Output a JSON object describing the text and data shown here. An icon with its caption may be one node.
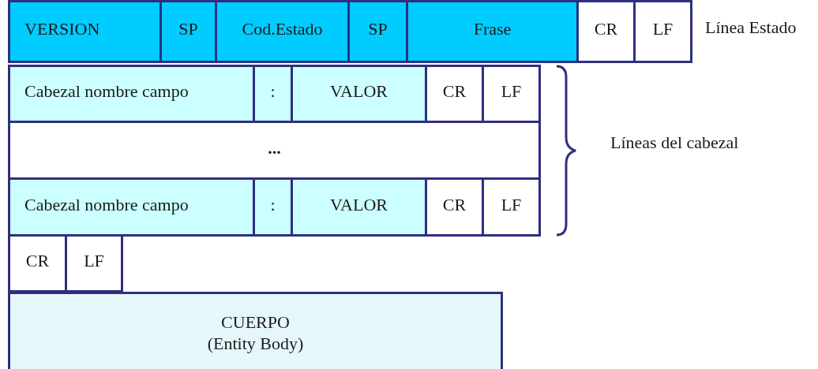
{
  "diagram": {
    "nodes": [
      {
        "text": [
          "VERSION"
        ]
      },
      {
        "text": [
          "SP"
        ]
      },
      {
        "text": [
          "Cod.Estado"
        ]
      },
      {
        "text": [
          "SP"
        ]
      },
      {
        "text": [
          "Frase"
        ]
      },
      {
        "text": [
          "CR"
        ]
      },
      {
        "text": [
          "LF"
        ]
      },
      {
        "text": [
          "Cabezal nombre campo"
        ]
      },
      {
        "text": [
          ":"
        ]
      },
      {
        "text": [
          "VALOR"
        ]
      },
      {
        "text": [
          "CR"
        ]
      },
      {
        "text": [
          "LF"
        ]
      },
      {
        "text": [
          "..."
        ]
      },
      {
        "text": [
          "Cabezal nombre campo"
        ]
      },
      {
        "text": [
          ":"
        ]
      },
      {
        "text": [
          "VALOR"
        ]
      },
      {
        "text": [
          "CR"
        ]
      },
      {
        "text": [
          "LF"
        ]
      },
      {
        "text": [
          "CR"
        ]
      },
      {
        "text": [
          "LF"
        ]
      },
      {
        "text": [
          "CUERPO",
          "(Entity Body)"
        ]
      }
    ],
    "labels": [
      "Línea Estado",
      "Líneas del cabezal"
    ]
  }
}
